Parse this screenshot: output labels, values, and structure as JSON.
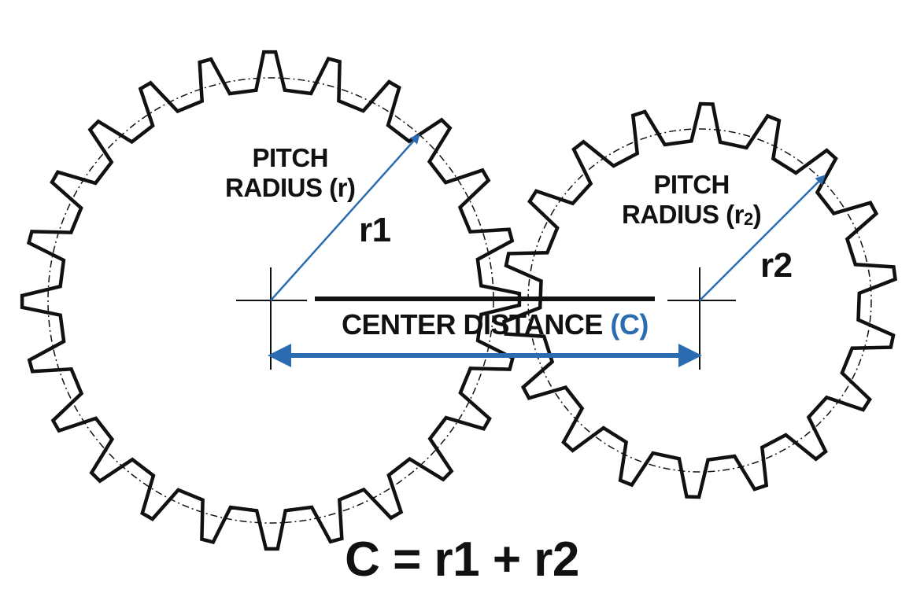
{
  "labels": {
    "pitch_radius_1_line1": "PITCH",
    "pitch_radius_1_line2": "RADIUS (r)",
    "pitch_radius_2_line1": "PITCH",
    "pitch_radius_2_line2_prefix": "RADIUS (r",
    "pitch_radius_2_line2_sub": "2",
    "pitch_radius_2_line2_suffix": ")",
    "r1": "r1",
    "r2": "r2",
    "center_distance_text": "CENTER DISTANCE ",
    "center_distance_symbol": "(C)",
    "formula": "C = r1 + r2"
  },
  "gears": [
    {
      "name": "left-gear",
      "teeth": 24
    },
    {
      "name": "right-gear",
      "teeth": 18
    }
  ],
  "colors": {
    "outline": "#111111",
    "accent": "#2b6cb0",
    "background": "#ffffff"
  }
}
